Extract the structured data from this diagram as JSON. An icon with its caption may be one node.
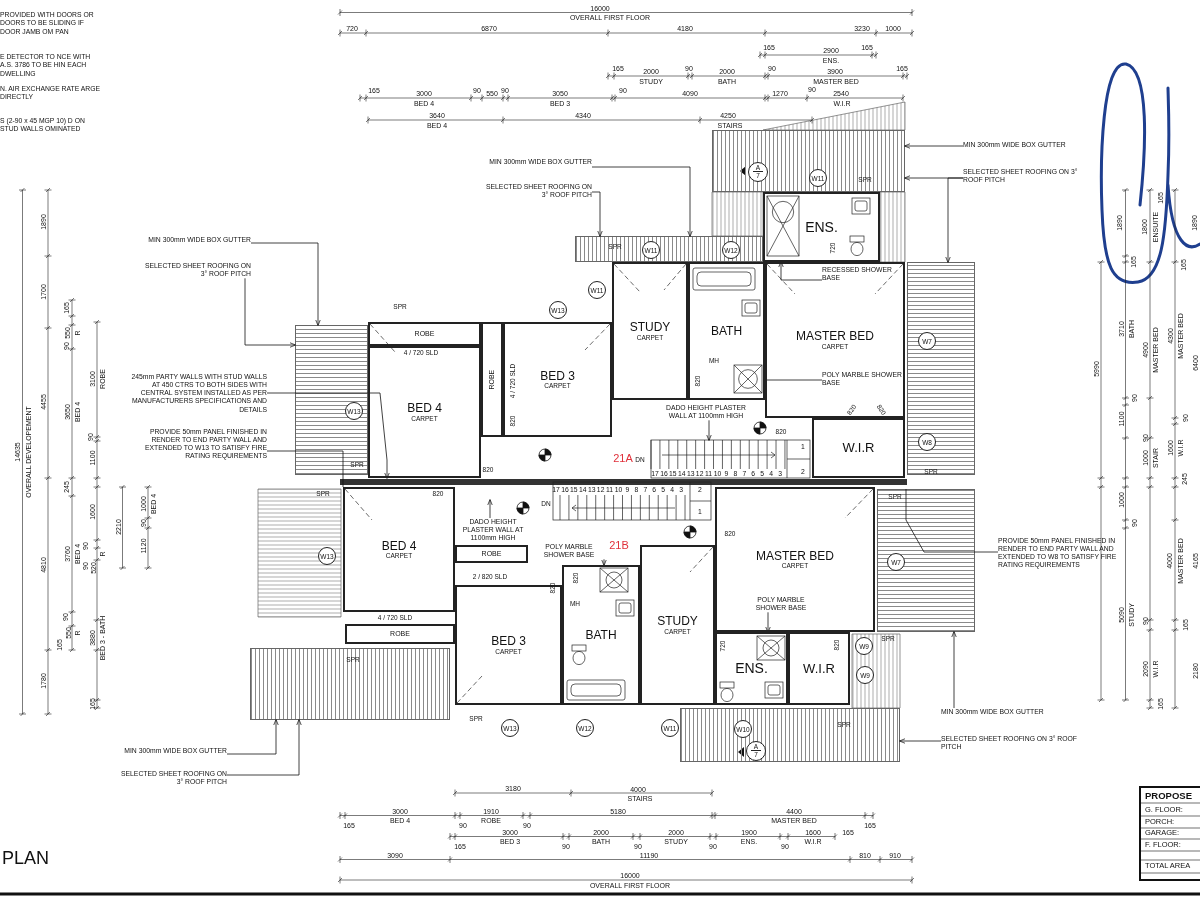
{
  "diagram": {
    "nodes": [
      {
        "text": [
          "ROBE"
        ]
      },
      {
        "text": [
          "BED 4",
          "CARPET"
        ]
      },
      {
        "text": [
          "ROBE"
        ]
      },
      {
        "text": [
          "BED 3",
          "CARPET"
        ]
      },
      {
        "text": [
          "STUDY",
          "CARPET"
        ]
      },
      {
        "text": [
          "BATH"
        ]
      },
      {
        "text": [
          "ENS."
        ]
      },
      {
        "text": [
          "MASTER BED",
          "CARPET"
        ]
      },
      {
        "text": [
          "W.I.R"
        ]
      },
      {
        "text": [
          "BED 4",
          "CARPET"
        ]
      },
      {
        "text": [
          "ROBE"
        ]
      },
      {
        "text": [
          "ROBE"
        ]
      },
      {
        "text": [
          "BED 3",
          "CARPET"
        ]
      },
      {
        "text": [
          "BATH"
        ]
      },
      {
        "text": [
          "STUDY",
          "CARPET"
        ]
      },
      {
        "text": [
          "MASTER BED",
          "CARPET"
        ]
      },
      {
        "text": [
          "ENS."
        ]
      },
      {
        "text": [
          "W.I.R"
        ]
      },
      {
        "text": [
          "W11"
        ],
        "in": 55
      },
      {
        "text": [
          "W11"
        ],
        "in": 56
      },
      {
        "text": [
          "W12"
        ],
        "in": 56
      },
      {
        "text": [
          "W11"
        ]
      },
      {
        "text": [
          "W13"
        ]
      },
      {
        "text": [
          "W7"
        ],
        "in": 58
      },
      {
        "text": [
          "W13"
        ],
        "in": 57
      },
      {
        "text": [
          "W8"
        ],
        "in": 58
      },
      {
        "text": [
          "W13"
        ]
      },
      {
        "text": [
          "W7"
        ],
        "in": 60
      },
      {
        "text": [
          "W9"
        ]
      },
      {
        "text": [
          "W9"
        ]
      },
      {
        "text": [
          "W13"
        ]
      },
      {
        "text": [
          "W12"
        ]
      },
      {
        "text": [
          "W11"
        ]
      },
      {
        "text": [
          "W10"
        ],
        "in": 61
      },
      {
        "text": [
          "A",
          "7"
        ],
        "in": 55
      },
      {
        "text": [
          "A",
          "7"
        ],
        "in": 61
      },
      {
        "text": [
          "MIN 300mm WIDE BOX GUTTER"
        ]
      },
      {
        "text": [
          "SELECTED SHEET ROOFING ON 3° ROOF PITCH"
        ]
      },
      {
        "text": [
          "MIN 300mm WIDE BOX GUTTER"
        ]
      },
      {
        "text": [
          "SELECTED SHEET ROOFING ON 3° ROOF PITCH"
        ]
      },
      {
        "text": [
          "MIN 300mm WIDE BOX GUTTER"
        ]
      },
      {
        "text": [
          "SELECTED SHEET ROOFING ON 3° ROOF PITCH"
        ]
      },
      {
        "text": [
          "RECESSED SHOWER BASE"
        ],
        "in": 7
      },
      {
        "text": [
          "POLY MARBLE SHOWER BASE"
        ],
        "in": 7
      },
      {
        "text": [
          "245mm PARTY WALLS WITH STUD WALLS AT 450 CTRS TO BOTH SIDES WITH CENTRAL SYSTEM INSTALLED AS PER MANUFACTURERS SPECIFICATIONS AND DETAILS"
        ]
      },
      {
        "text": [
          "PROVIDE 50mm PANEL FINISHED IN RENDER TO END PARTY WALL AND EXTENDED TO W13 TO SATISFY FIRE RATING REQUIREMENTS"
        ]
      },
      {
        "text": [
          "DADO HEIGHT PLASTER WALL AT 1100mm HIGH"
        ]
      },
      {
        "text": [
          "DADO HEIGHT PLASTER WALL AT 1100mm HIGH"
        ]
      },
      {
        "text": [
          "POLY MARBLE SHOWER BASE"
        ]
      },
      {
        "text": [
          "PROVIDE 50mm PANEL FINISHED IN RENDER TO END PARTY WALL AND EXTENDED TO W8 TO SATISFY FIRE RATING REQUIREMENTS"
        ]
      },
      {
        "text": [
          "POLY MARBLE SHOWER BASE"
        ],
        "in": 15
      },
      {
        "text": [
          "MIN 300mm WIDE BOX GUTTER"
        ]
      },
      {
        "text": [
          "SELECTED SHEET ROOFING ON 3° ROOF PITCH"
        ]
      },
      {
        "text": [
          "MIN 300mm WIDE BOX GUTTER"
        ]
      },
      {
        "text": [
          "SELECTED SHEET ROOFING ON 3° ROOF PITCH"
        ]
      },
      {
        "text": [],
        "shape": "box"
      },
      {
        "text": [],
        "shape": "box"
      },
      {
        "text": [],
        "shape": "box"
      },
      {
        "text": [],
        "shape": "box"
      },
      {
        "text": [],
        "shape": "box"
      },
      {
        "text": [],
        "shape": "box"
      },
      {
        "text": [],
        "shape": "box"
      }
    ],
    "edges": [
      {
        "from": 36,
        "to": 56,
        "arrow": "to"
      },
      {
        "from": 37,
        "to": 56,
        "arrow": "to"
      },
      {
        "from": 38,
        "to": 55,
        "arrow": "to"
      },
      {
        "from": 39,
        "to": 55,
        "arrow": "to"
      },
      {
        "from": 39,
        "to": 58,
        "arrow": "to"
      },
      {
        "from": 40,
        "to": 57,
        "arrow": "to"
      },
      {
        "from": 41,
        "to": 57,
        "arrow": "to"
      },
      {
        "from": 42,
        "to": 6,
        "arrow": "to"
      },
      {
        "from": 43,
        "to": 5,
        "arrow": "none"
      },
      {
        "from": 44,
        "to": 1,
        "arrow": "to"
      },
      {
        "from": 45,
        "to": 9,
        "arrow": "none"
      },
      {
        "from": 46,
        "to": null,
        "arrow": "to"
      },
      {
        "from": 47,
        "to": null,
        "arrow": "to"
      },
      {
        "from": 48,
        "to": 13,
        "arrow": "to"
      },
      {
        "from": 49,
        "to": 60,
        "arrow": "none"
      },
      {
        "from": 50,
        "to": 16,
        "arrow": "to"
      },
      {
        "from": 51,
        "to": 60,
        "arrow": "to"
      },
      {
        "from": 52,
        "to": 61,
        "arrow": "to"
      },
      {
        "from": 53,
        "to": 59,
        "arrow": "to"
      },
      {
        "from": 54,
        "to": 59,
        "arrow": "to"
      }
    ],
    "labels": [
      "PROVIDED WITH DOORS OR DOORS TO BE SLIDING IF DOOR JAMB OM PAN",
      "E DETECTOR TO NCE WITH A.S. 3786 TO BE HIN EACH DWELLING",
      "N. AIR EXCHANGE RATE ARGE DIRECTLY",
      "S (2-90 x 45 MGP 10) D ON STUD WALLS OMINATED",
      "16000",
      "OVERALL FIRST FLOOR",
      "720",
      "6870",
      "4180",
      "3230",
      "1000",
      "165",
      "2900",
      "ENS.",
      "165",
      "165",
      "2000",
      "STUDY",
      "90",
      "2000",
      "BATH",
      "90",
      "3900",
      "MASTER BED",
      "165",
      "165",
      "3000",
      "BED 4",
      "90",
      "550",
      "90",
      "3050",
      "BED 3",
      "90",
      "4090",
      "1270",
      "90",
      "2540",
      "W.I.R",
      "3640",
      "BED 4",
      "4340",
      "4250",
      "STAIRS",
      "14635",
      "OVERALL DEVELOPEMENT",
      "1890",
      "1700",
      "4455",
      "4810",
      "1780",
      "165",
      "550",
      "R",
      "90",
      "3650",
      "BED 4",
      "245",
      "3760",
      "BED 4",
      "90",
      "90",
      "520",
      "R",
      "90",
      "550",
      "R",
      "165",
      "3100",
      "ROBE",
      "90",
      "1100",
      "1600",
      "3880",
      "BED 3 - BATH",
      "165",
      "2210",
      "1000",
      "BED 4",
      "90",
      "1120",
      "1890",
      "165",
      "1800",
      "ENSUITE",
      "165",
      "1890",
      "165",
      "5990",
      "3710",
      "BATH",
      "4900",
      "MASTER BED",
      "4300",
      "MASTER BED",
      "6400",
      "90",
      "1100",
      "90",
      "90",
      "1000",
      "STAIR",
      "1600",
      "W.I.R",
      "245",
      "1000",
      "90",
      "4000",
      "MASTER BED",
      "4165",
      "5090",
      "STUDY",
      "90",
      "165",
      "2090",
      "W.I.R",
      "2180",
      "165",
      "3180",
      "4000",
      "STAIRS",
      "3000",
      "BED 4",
      "165",
      "1910",
      "ROBE",
      "90",
      "90",
      "5180",
      "4400",
      "MASTER BED",
      "165",
      "165",
      "3000",
      "BED 3",
      "90",
      "2000",
      "BATH",
      "90",
      "2000",
      "STUDY",
      "90",
      "1900",
      "ENS.",
      "90",
      "1600",
      "W.I.R",
      "165",
      "3090",
      "11190",
      "810",
      "910",
      "16000",
      "OVERALL FIRST FLOOR",
      "PROPOSE",
      "G. FLOOR:",
      "PORCH:",
      "GARAGE:",
      "F. FLOOR:",
      "TOTAL AREA",
      "PLAN",
      "SPR",
      "SPR",
      "SPR",
      "4 / 720 SLD",
      "4 / 720 SLD",
      "820",
      "820",
      "MH",
      "820",
      "720",
      "820",
      "820",
      "820",
      "SPR",
      "SPR",
      "21A",
      "DN",
      "17",
      "16",
      "15",
      "14",
      "13",
      "12",
      "11",
      "10",
      "9",
      "8",
      "7",
      "6",
      "5",
      "4",
      "3",
      "2",
      "1",
      "SPR",
      "SPR",
      "820",
      "17",
      "16",
      "15",
      "14",
      "13",
      "12",
      "11",
      "10",
      "9",
      "8",
      "7",
      "6",
      "5",
      "4",
      "3",
      "2",
      "1",
      "DN",
      "21B",
      "2 / 820 SLD",
      "820",
      "820",
      "MH",
      "820",
      "4 / 720 SLD",
      "SPR",
      "SPR",
      "720",
      "820",
      "SPR",
      "SPR"
    ]
  }
}
